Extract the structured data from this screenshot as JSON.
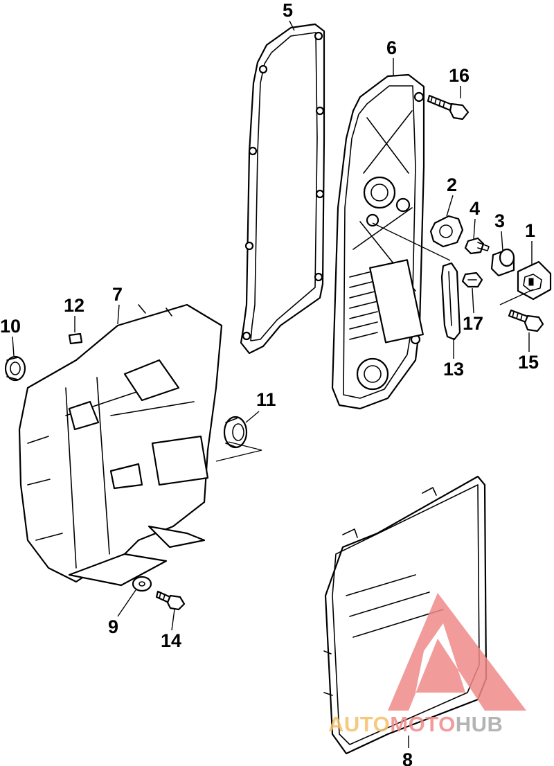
{
  "diagram": {
    "callouts": [
      {
        "id": "1",
        "label": "1"
      },
      {
        "id": "2",
        "label": "2"
      },
      {
        "id": "3",
        "label": "3"
      },
      {
        "id": "4",
        "label": "4"
      },
      {
        "id": "5",
        "label": "5"
      },
      {
        "id": "6",
        "label": "6"
      },
      {
        "id": "7",
        "label": "7"
      },
      {
        "id": "8",
        "label": "8"
      },
      {
        "id": "9",
        "label": "9"
      },
      {
        "id": "10",
        "label": "10"
      },
      {
        "id": "11",
        "label": "11"
      },
      {
        "id": "12",
        "label": "12"
      },
      {
        "id": "13",
        "label": "13"
      },
      {
        "id": "14",
        "label": "14"
      },
      {
        "id": "15",
        "label": "15"
      },
      {
        "id": "16",
        "label": "16"
      },
      {
        "id": "17",
        "label": "17"
      }
    ]
  },
  "watermark": {
    "part1": "AUTO",
    "part2": "MOTO",
    "part3": "HUB",
    "colors": {
      "auto": "#f5c06a",
      "moto": "#f08a8a",
      "hub": "#a8a8a8",
      "logo": "#f08a8a"
    }
  }
}
